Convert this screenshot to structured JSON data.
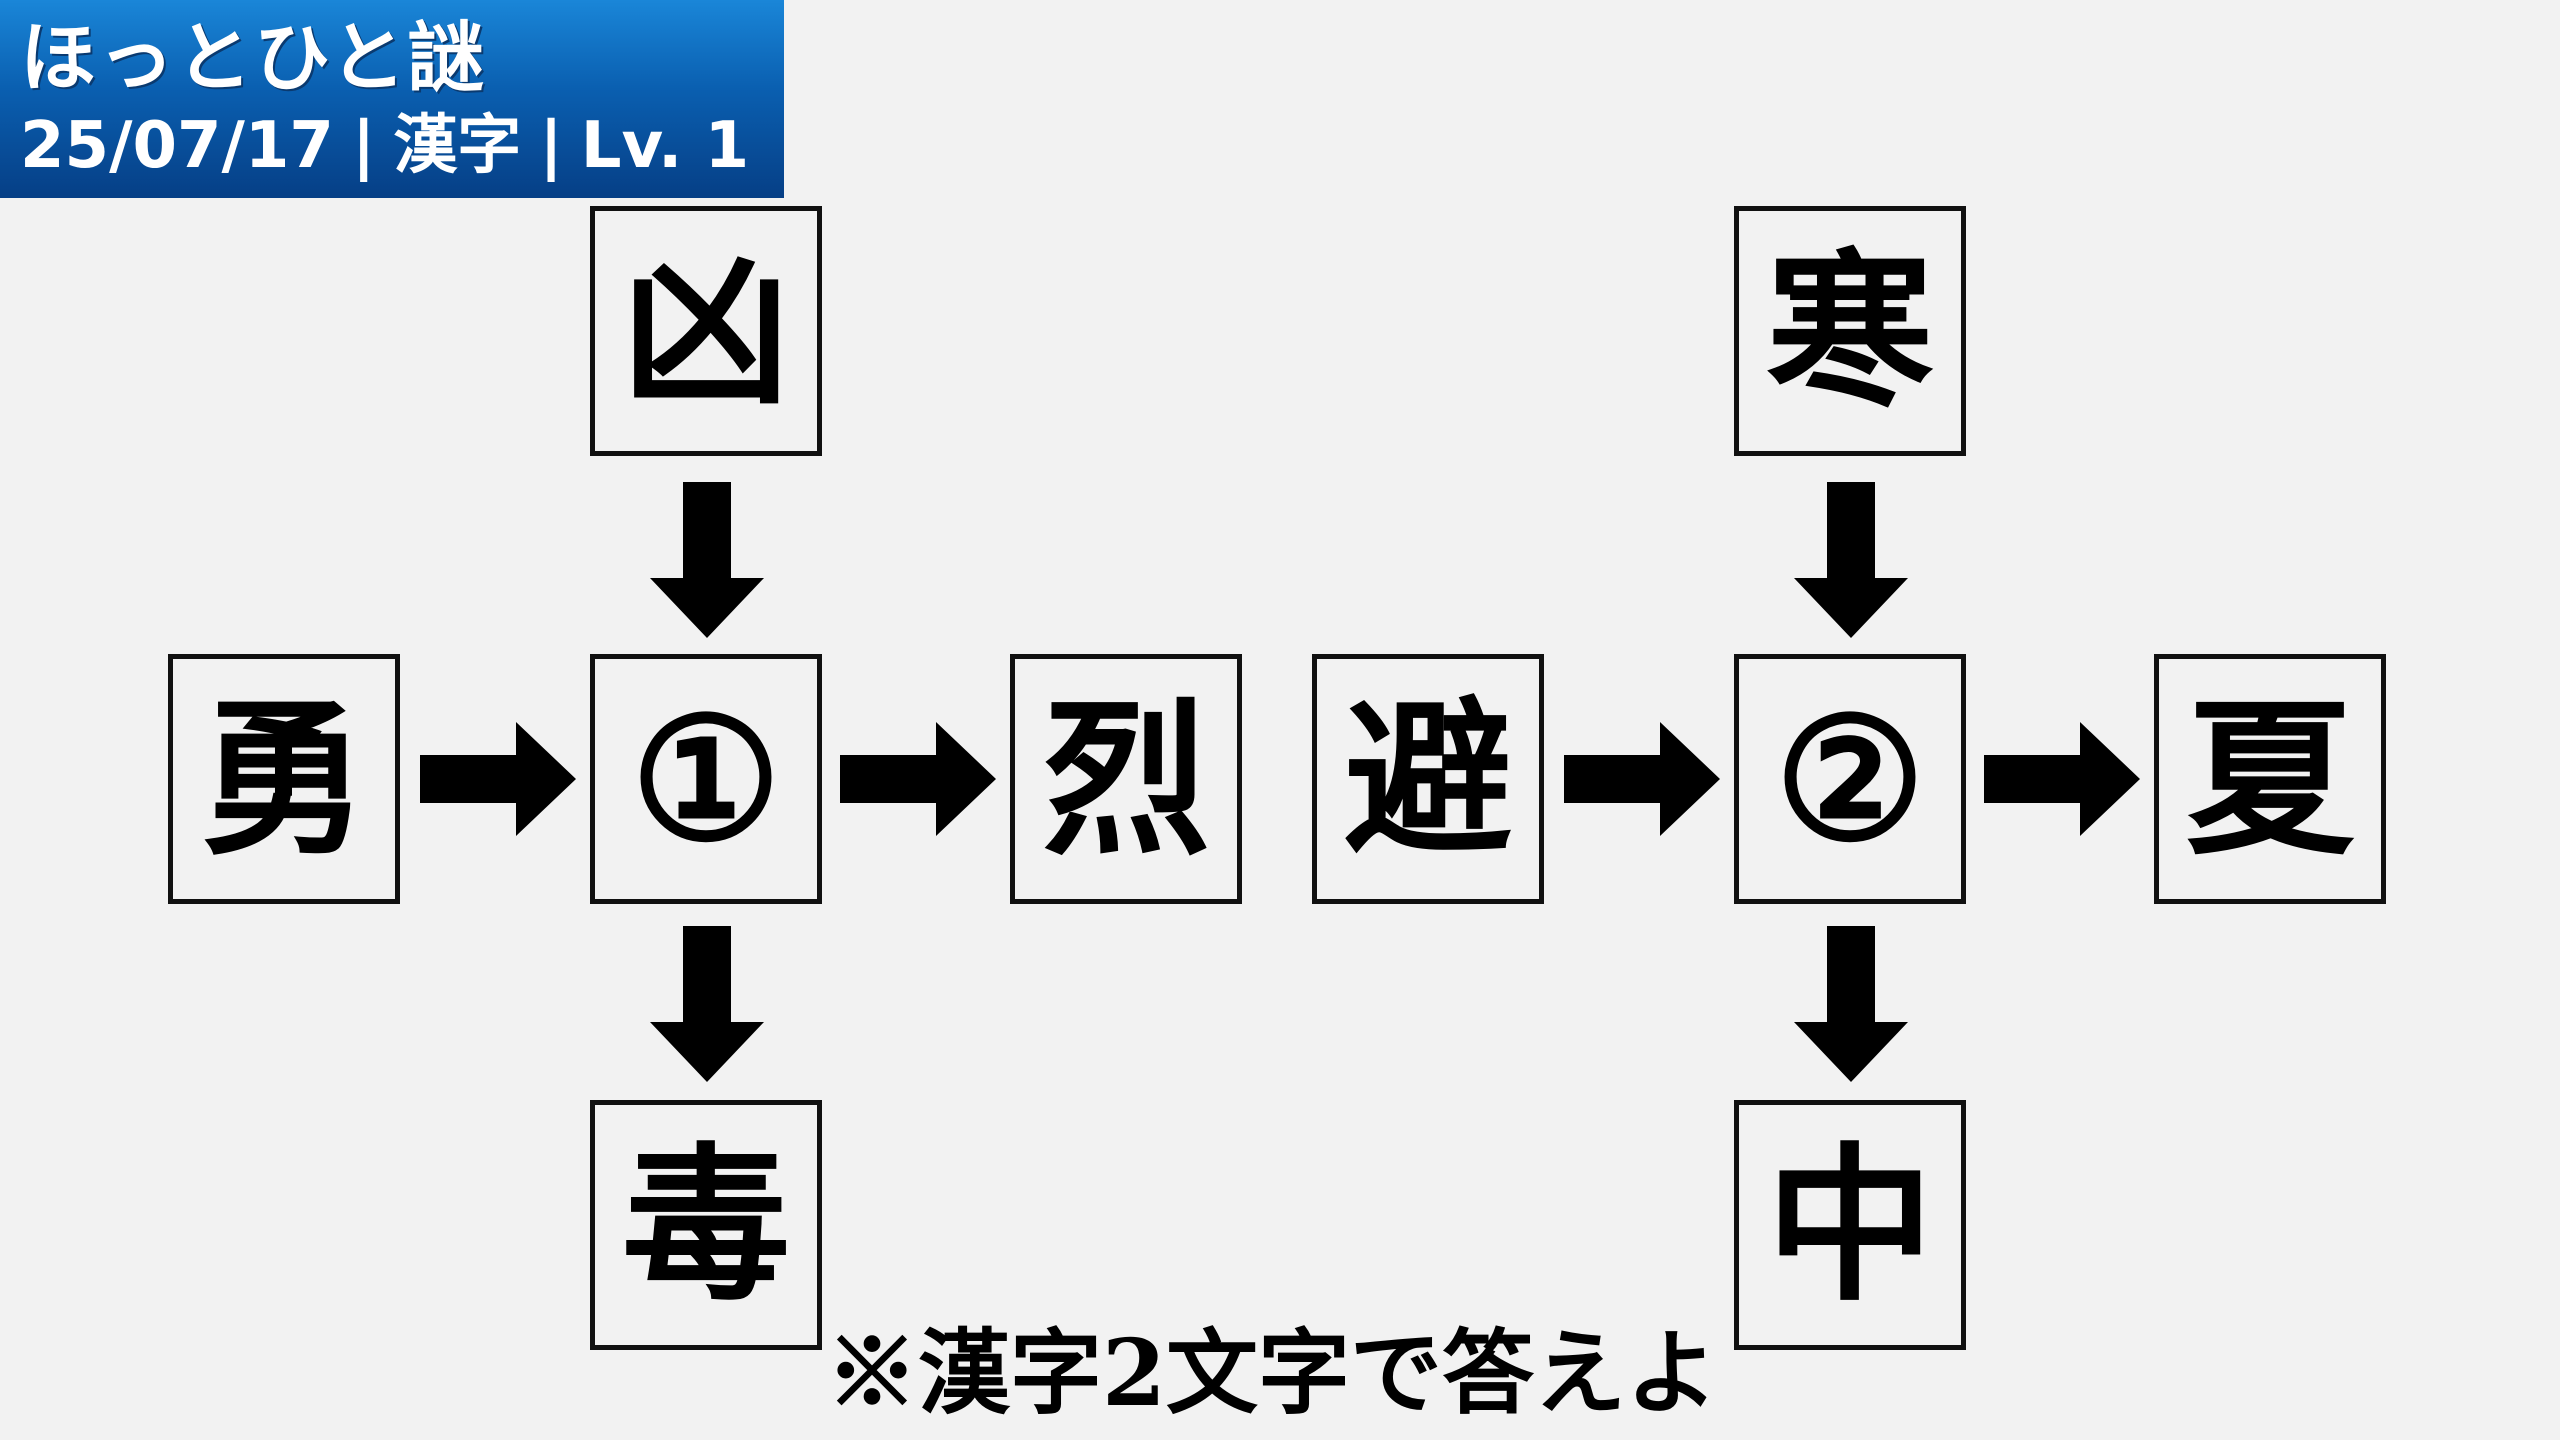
{
  "header": {
    "title": "ほっとひと謎",
    "date": "25/07/17",
    "category": "漢字",
    "level": "Lv. 1",
    "separator": "|",
    "gradient_top": "#1a86d8",
    "gradient_bottom": "#063f86"
  },
  "puzzle1": {
    "top": "凶",
    "left": "勇",
    "center": "①",
    "right": "烈",
    "bottom": "毒"
  },
  "puzzle2": {
    "top": "寒",
    "left": "避",
    "center": "②",
    "right": "夏",
    "bottom": "中"
  },
  "note": "※漢字2文字で答えよ",
  "colors": {
    "background": "#f2f2f2",
    "ink": "#000000"
  }
}
